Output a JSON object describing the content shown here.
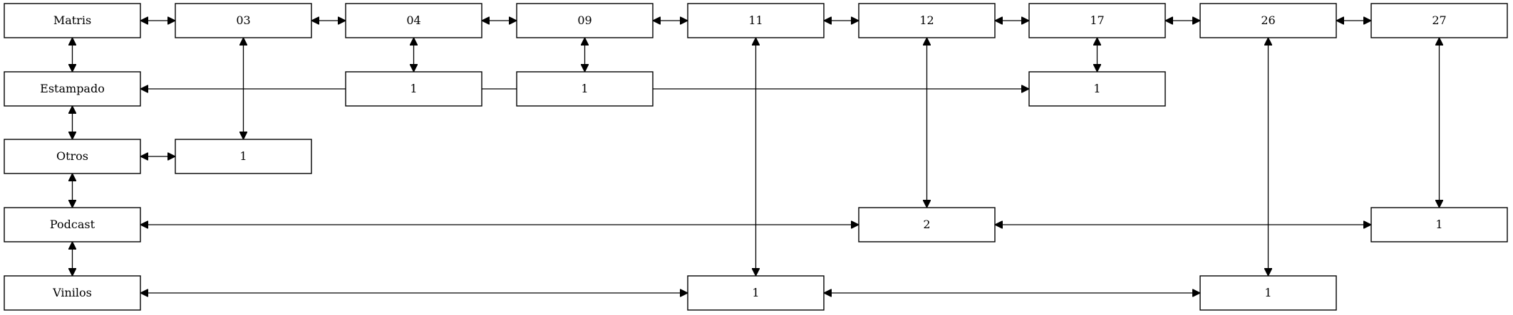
{
  "diagram": {
    "nodes": [
      {
        "id": "matris",
        "label": "Matris"
      },
      {
        "id": "h03",
        "label": "03"
      },
      {
        "id": "h04",
        "label": "04"
      },
      {
        "id": "h09",
        "label": "09"
      },
      {
        "id": "h11",
        "label": "11"
      },
      {
        "id": "h12",
        "label": "12"
      },
      {
        "id": "h17",
        "label": "17"
      },
      {
        "id": "h26",
        "label": "26"
      },
      {
        "id": "h27",
        "label": "27"
      },
      {
        "id": "estampado",
        "label": "Estampado"
      },
      {
        "id": "c04_est",
        "label": "1"
      },
      {
        "id": "c09_est",
        "label": "1"
      },
      {
        "id": "c17_est",
        "label": "1"
      },
      {
        "id": "otros",
        "label": "Otros"
      },
      {
        "id": "c03_otros",
        "label": "1"
      },
      {
        "id": "podcast",
        "label": "Podcast"
      },
      {
        "id": "c12_pod",
        "label": "2"
      },
      {
        "id": "c27_pod",
        "label": "1"
      },
      {
        "id": "vinilos",
        "label": "Vinilos"
      },
      {
        "id": "c11_vin",
        "label": "1"
      },
      {
        "id": "c26_vin",
        "label": "1"
      }
    ],
    "edges": [
      {
        "from": "matris",
        "to": "h03"
      },
      {
        "from": "h03",
        "to": "h04"
      },
      {
        "from": "h04",
        "to": "h09"
      },
      {
        "from": "h09",
        "to": "h11"
      },
      {
        "from": "h11",
        "to": "h12"
      },
      {
        "from": "h12",
        "to": "h17"
      },
      {
        "from": "h17",
        "to": "h26"
      },
      {
        "from": "h26",
        "to": "h27"
      },
      {
        "from": "matris",
        "to": "estampado"
      },
      {
        "from": "estampado",
        "to": "otros"
      },
      {
        "from": "otros",
        "to": "podcast"
      },
      {
        "from": "podcast",
        "to": "vinilos"
      },
      {
        "from": "h03",
        "to": "c03_otros"
      },
      {
        "from": "h04",
        "to": "c04_est"
      },
      {
        "from": "h09",
        "to": "c09_est"
      },
      {
        "from": "h11",
        "to": "c11_vin"
      },
      {
        "from": "h12",
        "to": "c12_pod"
      },
      {
        "from": "h17",
        "to": "c17_est"
      },
      {
        "from": "h26",
        "to": "c26_vin"
      },
      {
        "from": "h27",
        "to": "c27_pod"
      },
      {
        "from": "otros",
        "to": "c03_otros"
      },
      {
        "from": "podcast",
        "to": "c12_pod"
      },
      {
        "from": "c12_pod",
        "to": "c27_pod"
      },
      {
        "from": "vinilos",
        "to": "c11_vin"
      },
      {
        "from": "c11_vin",
        "to": "c26_vin"
      },
      {
        "from": "estampado",
        "to": "c17_est"
      }
    ]
  }
}
